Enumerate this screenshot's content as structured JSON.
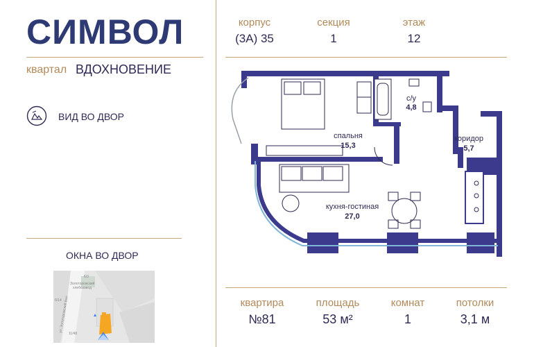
{
  "logo": "СИМВОЛ",
  "kvartal": {
    "label": "квартал",
    "name": "ВДОХНОВЕНИЕ"
  },
  "view": {
    "text": "ВИД ВО ДВОР"
  },
  "windows": {
    "title": "ОКНА ВО ДВОР"
  },
  "header": {
    "korpus": {
      "label": "корпус",
      "value": "(3А) 35"
    },
    "sekciya": {
      "label": "секция",
      "value": "1"
    },
    "etazh": {
      "label": "этаж",
      "value": "12"
    }
  },
  "footer": {
    "kvartira": {
      "label": "квартира",
      "value": "№81"
    },
    "ploshad": {
      "label": "площадь",
      "value": "53 м²"
    },
    "komnat": {
      "label": "комнат",
      "value": "1"
    },
    "potolki": {
      "label": "потолки",
      "value": "3,1 м"
    }
  },
  "rooms": {
    "bathroom": {
      "label": "с/у",
      "area": "4,8"
    },
    "bedroom": {
      "label": "спальня",
      "area": "15,3"
    },
    "corridor": {
      "label": "коридор",
      "area": "5,7"
    },
    "kitchen": {
      "label": "кухня-гостиная",
      "area": "27,0"
    }
  },
  "map": {
    "label_1": "Золоторожский",
    "label_2": "хлебозавод",
    "street": "ул. Золоторожский Вал",
    "house_1": "6/3",
    "house_2": "6/14",
    "house_3": "11/48"
  },
  "colors": {
    "wall": "#3b3a8c",
    "accent": "#f5a623",
    "gold": "#c8a87a",
    "logo": "#2e3a74"
  }
}
